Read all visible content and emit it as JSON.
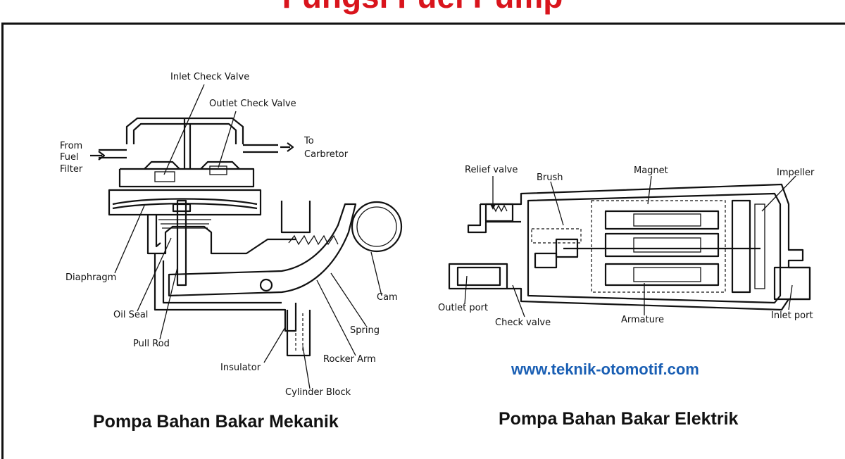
{
  "title": "Fungsi Fuel Pump",
  "website": "www.teknik-otomotif.com",
  "colors": {
    "title": "#d9141c",
    "website": "#1a5fb4",
    "ink": "#111111"
  },
  "mechanical": {
    "caption": "Pompa Bahan Bakar Mekanik",
    "labels": {
      "inlet_check_valve": "Inlet Check Valve",
      "outlet_check_valve": "Outlet Check Valve",
      "from_fuel_filter_1": "From",
      "from_fuel_filter_2": "Fuel",
      "from_fuel_filter_3": "Filter",
      "to_carbretor_1": "To",
      "to_carbretor_2": "Carbretor",
      "diaphragm": "Diaphragm",
      "oil_seal": "Oil Seal",
      "pull_rod": "Pull Rod",
      "cam": "Cam",
      "spring": "Spring",
      "rocker_arm": "Rocker Arm",
      "insulator": "Insulator",
      "cylinder_block": "Cylinder Block"
    }
  },
  "electric": {
    "caption": "Pompa Bahan Bakar Elektrik",
    "labels": {
      "relief_valve": "Relief valve",
      "brush": "Brush",
      "magnet": "Magnet",
      "impeller": "Impeller",
      "outlet_port": "Outlet port",
      "check_valve": "Check valve",
      "armature": "Armature",
      "inlet_port": "Inlet port"
    }
  }
}
